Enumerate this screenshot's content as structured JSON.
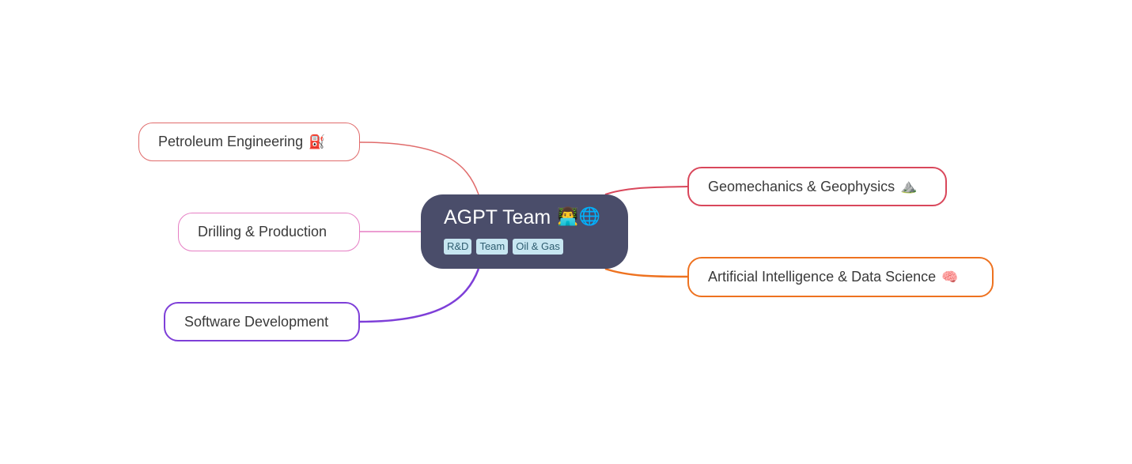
{
  "root": {
    "title": "AGPT Team",
    "emoji": "👨‍💻🌐",
    "tags": [
      "R&D",
      "Team",
      "Oil & Gas"
    ]
  },
  "branches": {
    "petroleum": {
      "label": "Petroleum Engineering",
      "emoji": "⛽",
      "color": "#e06b6b"
    },
    "drilling": {
      "label": "Drilling & Production",
      "emoji": "",
      "color": "#e67fc4"
    },
    "software": {
      "label": "Software Development",
      "emoji": "",
      "color": "#7e3fd8"
    },
    "geomechanics": {
      "label": "Geomechanics & Geophysics",
      "emoji": "⛰️",
      "color": "#d9475b"
    },
    "ai": {
      "label": "Artificial Intelligence & Data Science",
      "emoji": "🧠",
      "color": "#ee7220"
    }
  }
}
